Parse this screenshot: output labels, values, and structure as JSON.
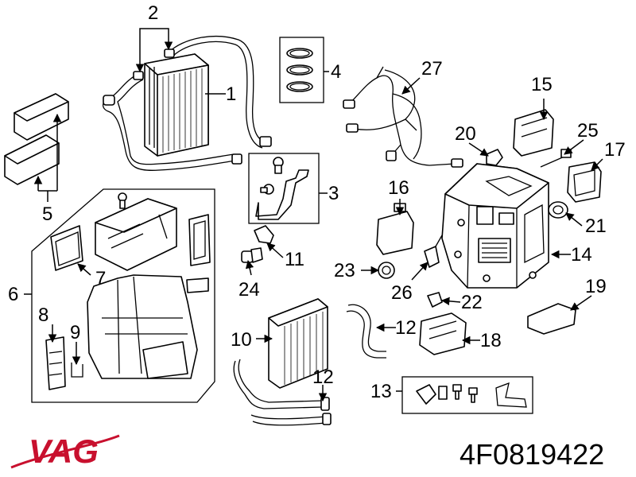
{
  "brand": {
    "name": "VAG",
    "color": "#c8102e"
  },
  "part_number": "4F0819422",
  "callouts": [
    "1",
    "2",
    "3",
    "4",
    "5",
    "6",
    "7",
    "8",
    "9",
    "10",
    "11",
    "12",
    "12",
    "13",
    "14",
    "15",
    "16",
    "17",
    "18",
    "19",
    "20",
    "21",
    "22",
    "23",
    "24",
    "25",
    "26",
    "27"
  ]
}
